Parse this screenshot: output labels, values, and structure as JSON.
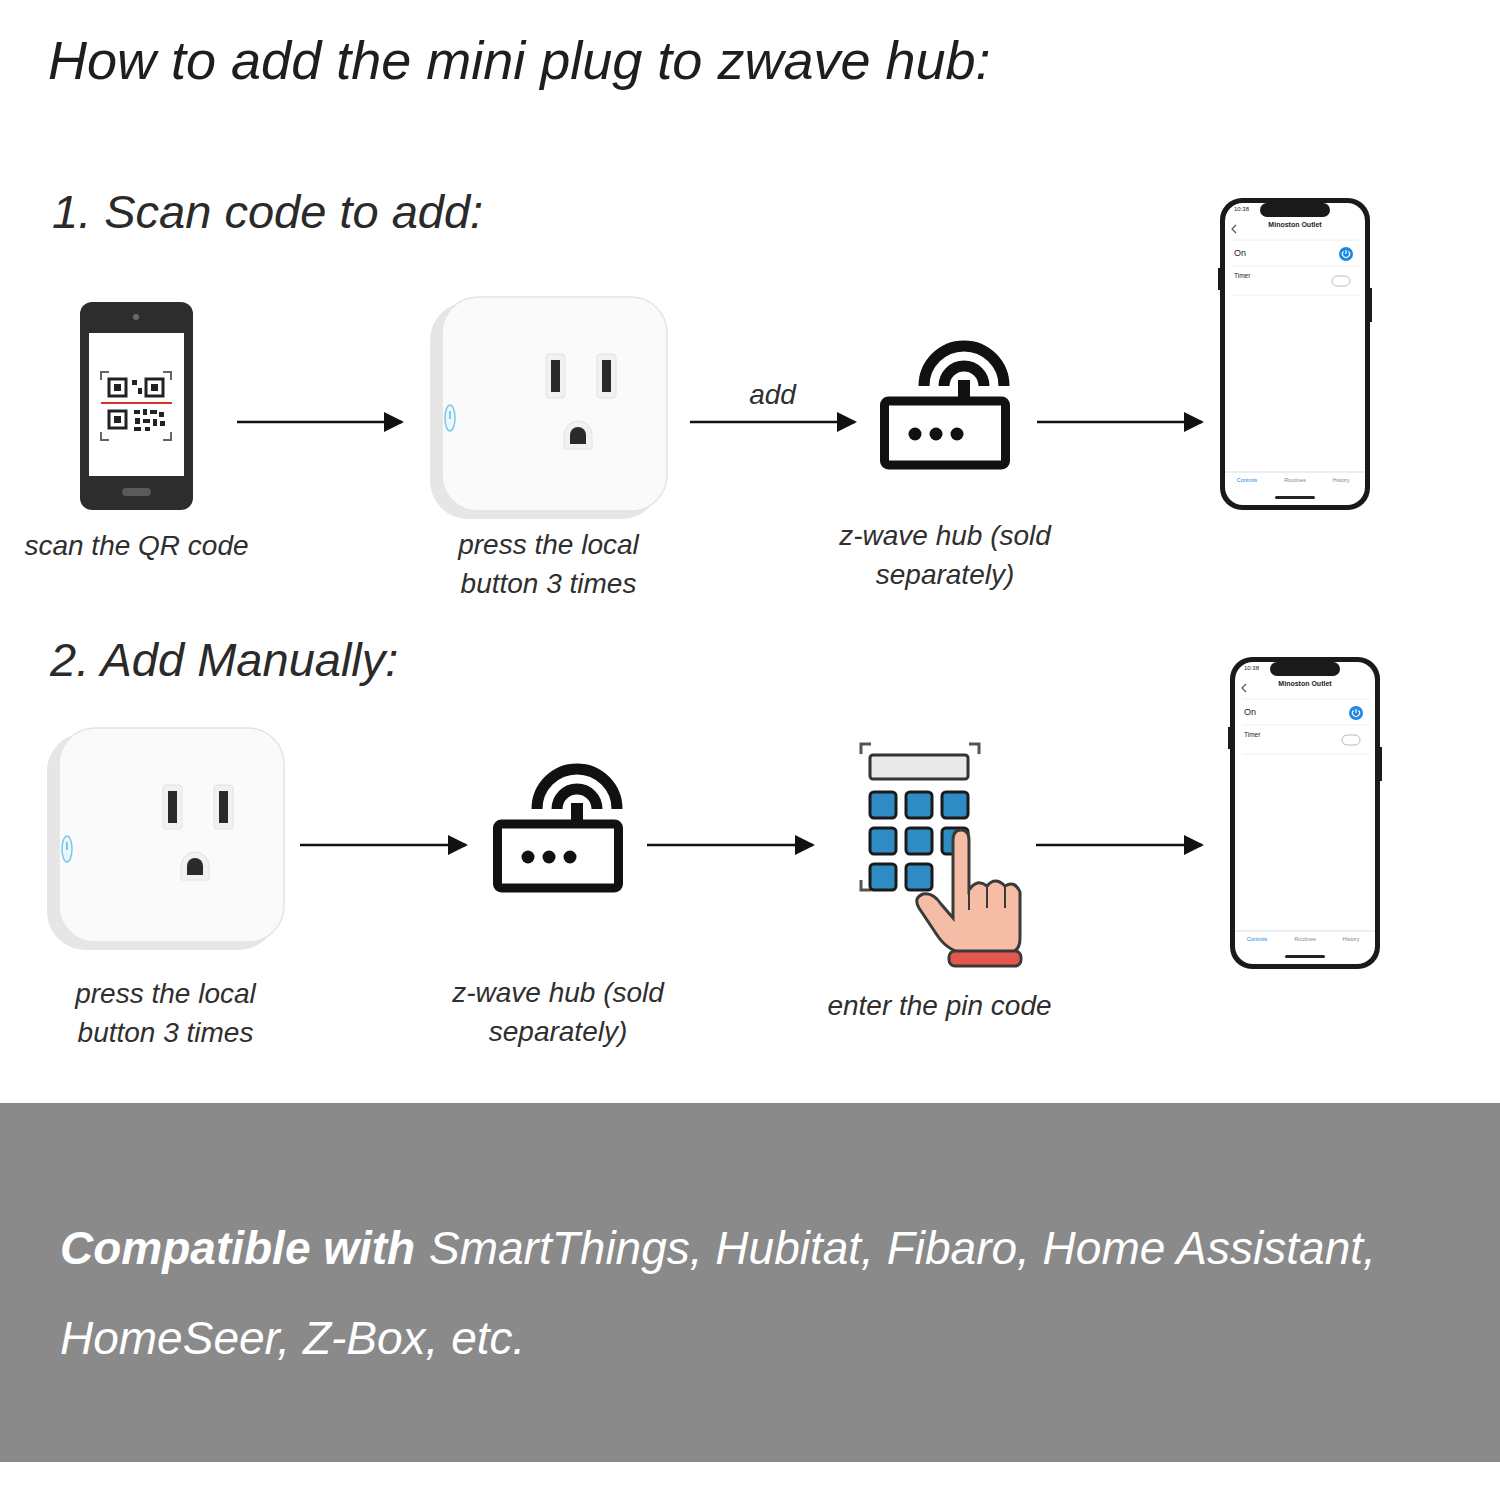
{
  "diagram": {
    "title": "How to add the mini plug to zwave hub:",
    "nodes": [
      {
        "text": [
          "scan the QR code"
        ]
      },
      {
        "text": [
          "press the local button 3 times"
        ]
      },
      {
        "text": [
          "z-wave hub (sold separately)"
        ]
      },
      {
        "text": [
          "10:38",
          "Minoston Outlet",
          "On",
          "Timer",
          "Controls",
          "Routines",
          "History"
        ]
      },
      {
        "text": [
          "press the local button 3 times"
        ]
      },
      {
        "text": [
          "z-wave hub (sold separately)"
        ]
      },
      {
        "text": [
          "enter the pin code"
        ]
      },
      {
        "text": [
          "10:38",
          "Minoston Outlet",
          "On",
          "Timer",
          "Controls",
          "Routines",
          "History"
        ]
      },
      {
        "text": [
          "Compatible with",
          "SmartThings, Hubitat, Fibaro, Home Assistant, HomeSeer, Z-Box, etc."
        ]
      }
    ],
    "edges": [
      {
        "from": 0,
        "to": 1,
        "arrow": "to"
      },
      {
        "from": 1,
        "to": 2,
        "arrow": "to",
        "label": "add"
      },
      {
        "from": 2,
        "to": 3,
        "arrow": "to"
      },
      {
        "from": 4,
        "to": 5,
        "arrow": "to"
      },
      {
        "from": 5,
        "to": 6,
        "arrow": "to"
      },
      {
        "from": 6,
        "to": 7,
        "arrow": "to"
      }
    ],
    "labels": [
      "1. Scan code to add:",
      "2. Add Manually:"
    ]
  }
}
